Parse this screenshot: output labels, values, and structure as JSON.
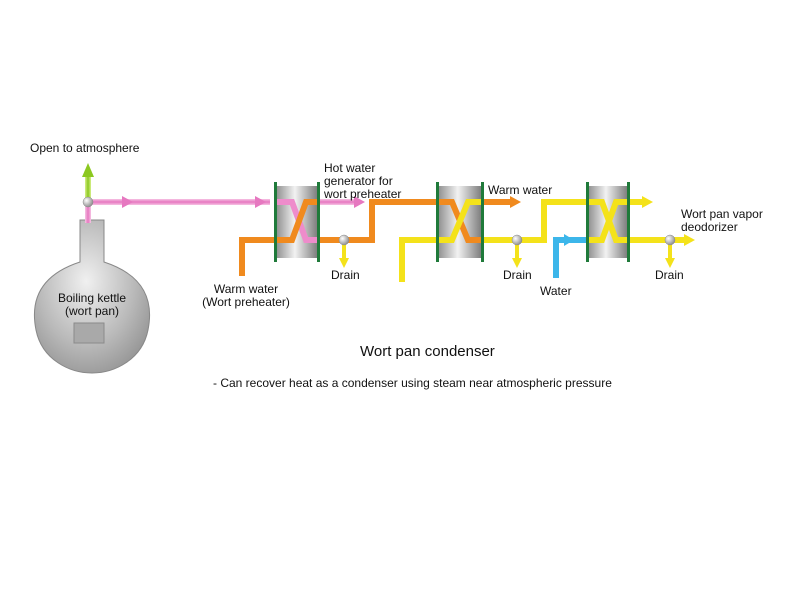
{
  "diagram": {
    "labels": {
      "open_atmosphere": "Open to atmosphere",
      "kettle_line1": "Boiling kettle",
      "kettle_line2": "(wort pan)",
      "hot_water_line1": "Hot water",
      "hot_water_line2": "generator for",
      "hot_water_line3": "wort preheater",
      "warm_water_in_line1": "Warm water",
      "warm_water_in_line2": "(Wort preheater)",
      "drain_1": "Drain",
      "warm_water_out": "Warm water",
      "drain_2": "Drain",
      "water": "Water",
      "vapor_line1": "Wort pan vapor",
      "vapor_line2": "deodorizer",
      "drain_3": "Drain"
    },
    "title": "Wort pan condenser",
    "note": "- Can recover heat as a condenser using steam near atmospheric pressure",
    "colors": {
      "steam_pink": "#ee8ccb",
      "orange": "#f08a1e",
      "yellow": "#f4e21a",
      "green_vent": "#9bd12c",
      "cold_blue": "#3cb6ea",
      "plate_green": "#1f7a3a",
      "vessel_gray": "#9a9a9a"
    }
  }
}
